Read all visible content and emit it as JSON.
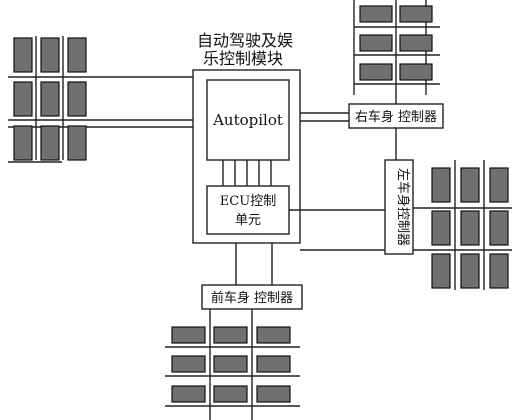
{
  "central_module": {
    "title_line1": "自动驾驶及娱",
    "title_line2": "乐控制模块",
    "autopilot_label": "Autopilot",
    "ecu_line1": "ECU控制",
    "ecu_line2": "单元"
  },
  "controllers": {
    "right_body": "右车身 控制器",
    "front_body": "前车身 控制器",
    "rear_body_vertical": "左车身控制器"
  },
  "colors": {
    "line": "#222222",
    "tile_fill": "#707070",
    "background": "#ffffff"
  }
}
